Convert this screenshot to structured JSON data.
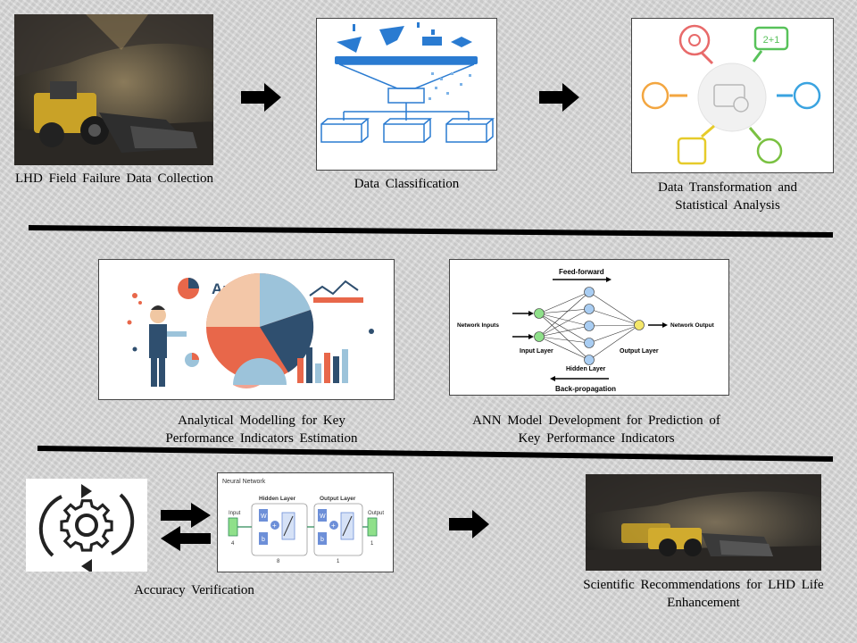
{
  "steps": {
    "s1": {
      "caption": "LHD Field Failure  Data Collection"
    },
    "s2": {
      "caption": "Data Classification"
    },
    "s3": {
      "caption_line1": "Data Transformation  and",
      "caption_line2": "Statistical  Analysis",
      "badge": "2+1"
    },
    "s4": {
      "caption_line1": "Analytical  Modelling  for Key",
      "caption_line2": "Performance  Indicators  Estimation",
      "heading": "Analysis"
    },
    "s5": {
      "caption_line1": "ANN Model Development  for Prediction  of",
      "caption_line2": "Key Performance  Indicators",
      "labels": {
        "feed_forward": "Feed-forward",
        "network_inputs": "Network Inputs",
        "input_layer": "Input Layer",
        "hidden_layer": "Hidden Layer",
        "output_layer": "Output Layer",
        "network_output": "Network Output",
        "back_propagation": "Back-propagation"
      }
    },
    "s6": {
      "caption": "Accuracy  Verification",
      "nn": {
        "title": "Neural Network",
        "hidden_label": "Hidden Layer",
        "output_label": "Output Layer",
        "input_label": "Input",
        "output_node_label": "Output",
        "input_count": "4",
        "hidden_count": "8",
        "output_layer_count": "1",
        "output_count": "1",
        "w": "W",
        "b": "b",
        "plus": "+"
      }
    },
    "s7": {
      "caption_line1": "Scientific  Recommendations  for LHD Life",
      "caption_line2": "Enhancement"
    }
  },
  "colors": {
    "arrow": "#000000",
    "analysis_red": "#e8674a",
    "analysis_blue": "#2f4f6f",
    "analysis_light": "#9cc3da",
    "ann_node_green": "#8fe08a",
    "ann_node_blue": "#a9cdf2",
    "ann_node_yellow": "#f4e66a",
    "diagram_blue": "#2a7bd1"
  }
}
